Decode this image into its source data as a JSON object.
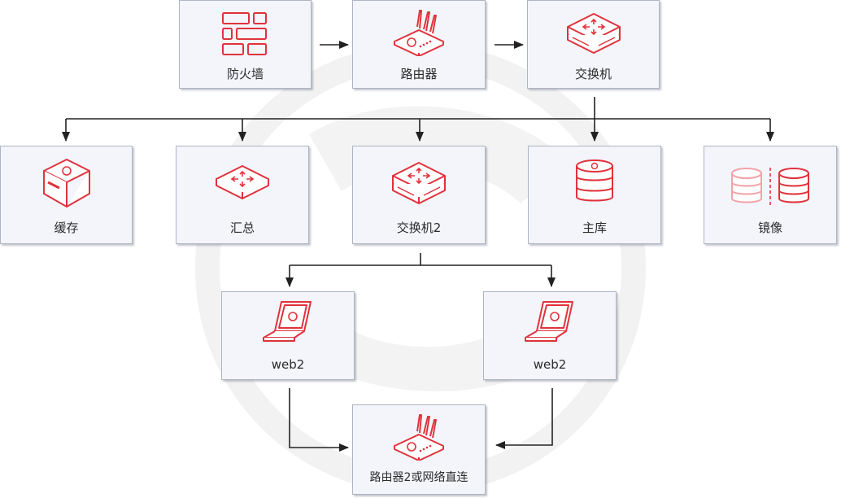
{
  "diagram": {
    "nodes": {
      "firewall": "防火墙",
      "router": "路由器",
      "switch": "交换机",
      "cache": "缓存",
      "aggregation": "汇总",
      "switch2": "交换机2",
      "primary_db": "主库",
      "mirror": "镜像",
      "web2_left": "web2",
      "web2_right": "web2",
      "router2": "路由器2或网络直连"
    },
    "icons": {
      "firewall": "brick-wall-icon",
      "router": "router-antenna-icon",
      "switch": "network-switch-icon",
      "cache": "storage-box-icon",
      "aggregation": "network-switch-icon",
      "switch2": "network-switch-icon",
      "primary_db": "database-icon",
      "mirror": "database-mirror-icon",
      "web2": "laptop-icon",
      "router2": "router-antenna-icon"
    },
    "edges": [
      [
        "firewall",
        "router"
      ],
      [
        "router",
        "switch"
      ],
      [
        "switch",
        "cache"
      ],
      [
        "switch",
        "aggregation"
      ],
      [
        "switch",
        "switch2"
      ],
      [
        "switch",
        "primary_db"
      ],
      [
        "switch",
        "mirror"
      ],
      [
        "switch2",
        "web2_left"
      ],
      [
        "switch2",
        "web2_right"
      ],
      [
        "web2_left",
        "router2"
      ],
      [
        "web2_right",
        "router2"
      ]
    ],
    "colors": {
      "accent": "#e0323c",
      "accent_light": "#f2a3a8",
      "node_fill": "#f3f5fb",
      "node_border": "#aeb4c2",
      "edge": "#222222"
    }
  }
}
